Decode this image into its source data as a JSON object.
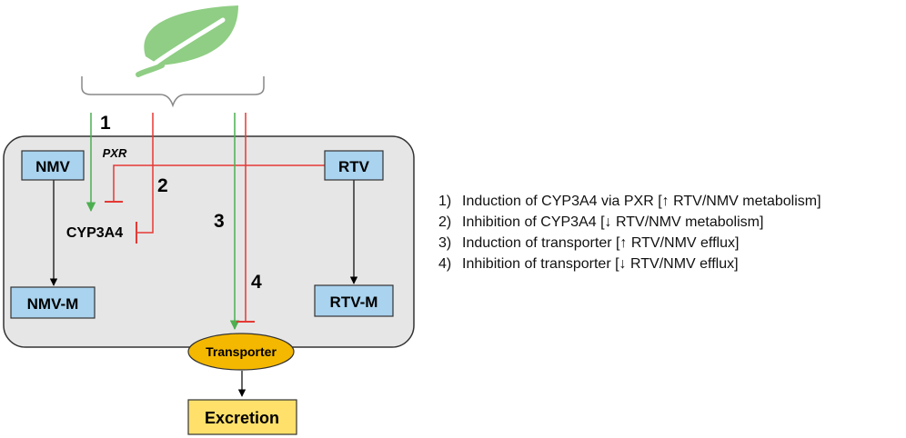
{
  "nodes": {
    "nmv": "NMV",
    "rtv": "RTV",
    "nmv_m": "NMV-M",
    "rtv_m": "RTV-M",
    "cyp3a4": "CYP3A4",
    "pxr": "PXR",
    "transporter": "Transporter",
    "excretion": "Excretion"
  },
  "step_numbers": [
    "1",
    "2",
    "3",
    "4"
  ],
  "legend": [
    {
      "num": "1)",
      "text": "Induction of CYP3A4 via PXR [↑ RTV/NMV metabolism]"
    },
    {
      "num": "2)",
      "text": "Inhibition of CYP3A4 [↓ RTV/NMV metabolism]"
    },
    {
      "num": "3)",
      "text": "Induction of transporter [↑ RTV/NMV efflux]"
    },
    {
      "num": "4)",
      "text": "Inhibition of transporter [↓ RTV/NMV efflux]"
    }
  ],
  "colors": {
    "cell_fill": "#e6e6e6",
    "box_fill": "#a9d3ee",
    "transporter_fill": "#f5b800",
    "excretion_fill": "#ffe06a",
    "induction_arrow": "#4caf50",
    "inhibition_line": "#e53935",
    "leaf": "#8fce84"
  },
  "icons": [
    "leaf-icon"
  ]
}
